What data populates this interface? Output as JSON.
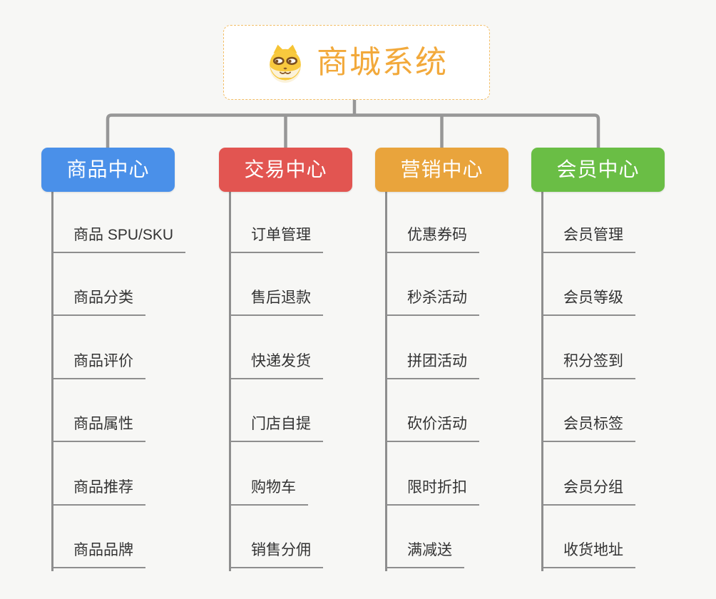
{
  "app": {
    "background_color": "#F7F7F5",
    "connector_color": "#979797",
    "branch_line_color": "#8E8E8E"
  },
  "root": {
    "title": "商城系统",
    "icon": "dog-face-icon",
    "text_color": "#F2A93B",
    "border_color": "#F3BE66"
  },
  "branches": [
    {
      "label": "商品中心",
      "color": "#4A90E9",
      "children": [
        "商品 SPU/SKU",
        "商品分类",
        "商品评价",
        "商品属性",
        "商品推荐",
        "商品品牌"
      ]
    },
    {
      "label": "交易中心",
      "color": "#E25551",
      "children": [
        "订单管理",
        "售后退款",
        "快递发货",
        "门店自提",
        "购物车",
        "销售分佣"
      ]
    },
    {
      "label": "营销中心",
      "color": "#E9A43C",
      "children": [
        "优惠券码",
        "秒杀活动",
        "拼团活动",
        "砍价活动",
        "限时折扣",
        "满减送"
      ]
    },
    {
      "label": "会员中心",
      "color": "#6ABE45",
      "children": [
        "会员管理",
        "会员等级",
        "积分签到",
        "会员标签",
        "会员分组",
        "收货地址"
      ]
    }
  ]
}
